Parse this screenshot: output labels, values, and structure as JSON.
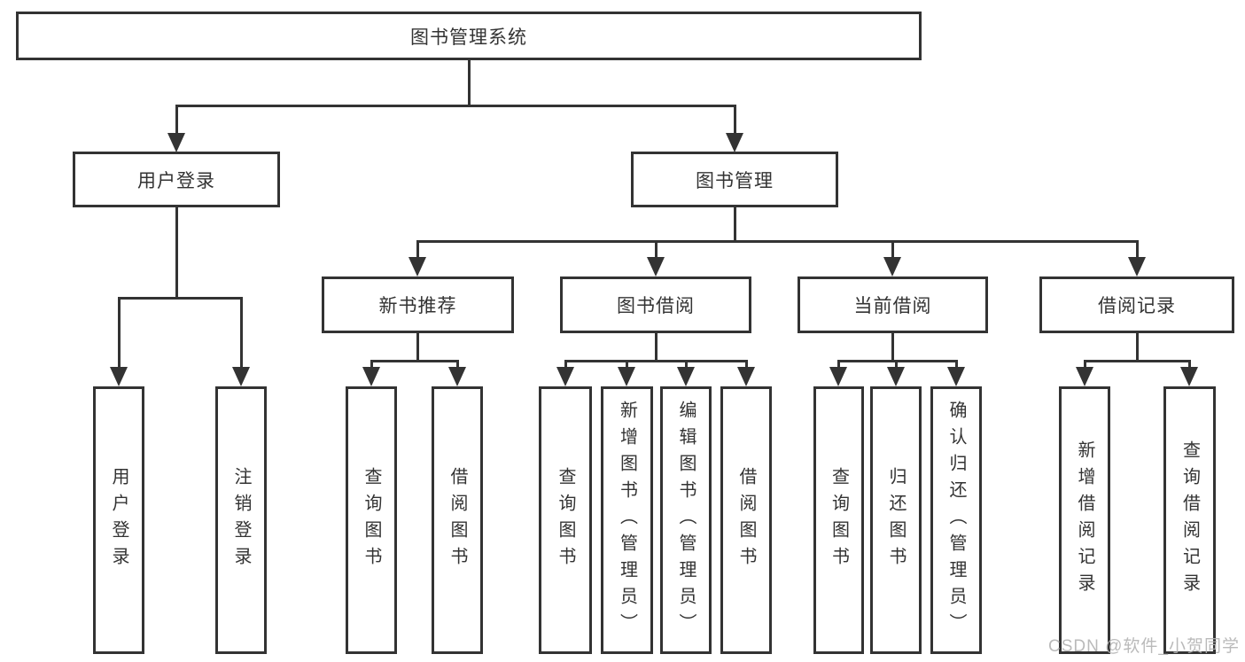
{
  "diagram": {
    "root": "图书管理系统",
    "branches": [
      {
        "label": "用户登录",
        "children": [
          "用户登录",
          "注销登录"
        ]
      },
      {
        "label": "图书管理",
        "children": [
          {
            "label": "新书推荐",
            "children": [
              "查询图书",
              "借阅图书"
            ]
          },
          {
            "label": "图书借阅",
            "children": [
              "查询图书",
              "新增图书（管理员）",
              "编辑图书（管理员）",
              "借阅图书"
            ]
          },
          {
            "label": "当前借阅",
            "children": [
              "查询图书",
              "归还图书",
              "确认归还（管理员）"
            ]
          },
          {
            "label": "借阅记录",
            "children": [
              "新增借阅记录",
              "查询借阅记录"
            ]
          }
        ]
      }
    ]
  },
  "watermark": "CSDN @软件_小贺同学",
  "colors": {
    "line": "#333333",
    "text": "#333333",
    "background": "#ffffff",
    "watermark": "#b3b3b3"
  }
}
